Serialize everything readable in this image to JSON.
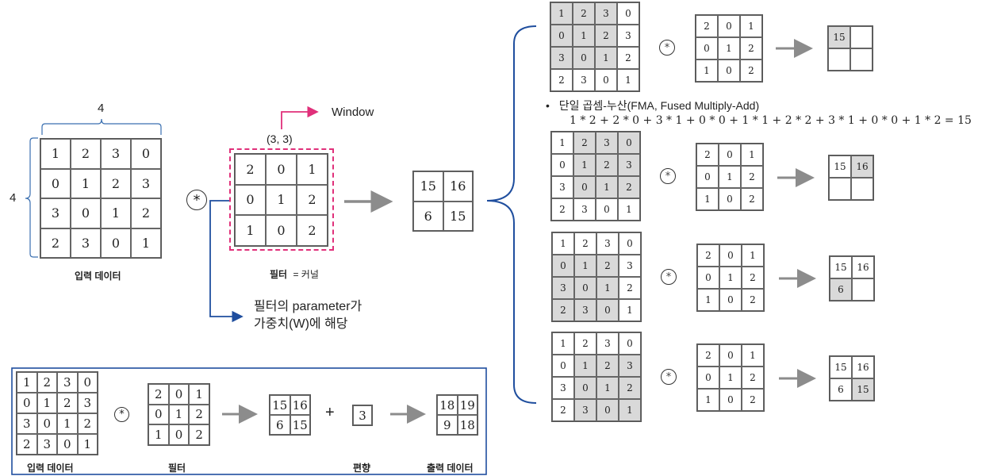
{
  "main": {
    "input_dim_top": "4",
    "input_dim_left": "4",
    "input_label": "입력 데이터",
    "input_matrix": [
      [
        "1",
        "2",
        "3",
        "0"
      ],
      [
        "0",
        "1",
        "2",
        "3"
      ],
      [
        "3",
        "0",
        "1",
        "2"
      ],
      [
        "2",
        "3",
        "0",
        "1"
      ]
    ],
    "conv_symbol": "*",
    "filter_size": "(3, 3)",
    "window_label": "Window",
    "filter_matrix": [
      [
        "2",
        "0",
        "1"
      ],
      [
        "0",
        "1",
        "2"
      ],
      [
        "1",
        "0",
        "2"
      ]
    ],
    "filter_label_bold": "필터",
    "filter_label_rest": "= 커널",
    "output_matrix": [
      [
        "15",
        "16"
      ],
      [
        "6",
        "15"
      ]
    ],
    "param_note_line1": "필터의 parameter가",
    "param_note_line2": "가중치(W)에 해당"
  },
  "fma": {
    "bullet": "•",
    "title": "단일 곱셈-누산(FMA, Fused Multiply-Add)",
    "equation": "1 * 2 + 2 * 0 + 3 * 1 + 0 * 0 + 1 * 1 + 2 * 2 + 3 * 1 + 0 * 0 + 1 * 2 = 15"
  },
  "steps": [
    {
      "input": [
        [
          "1",
          "2",
          "3",
          "0"
        ],
        [
          "0",
          "1",
          "2",
          "3"
        ],
        [
          "3",
          "0",
          "1",
          "2"
        ],
        [
          "2",
          "3",
          "0",
          "1"
        ]
      ],
      "filter": [
        [
          "2",
          "0",
          "1"
        ],
        [
          "0",
          "1",
          "2"
        ],
        [
          "1",
          "0",
          "2"
        ]
      ],
      "output": [
        [
          "15",
          ""
        ],
        [
          "",
          ""
        ]
      ]
    },
    {
      "input": [
        [
          "1",
          "2",
          "3",
          "0"
        ],
        [
          "0",
          "1",
          "2",
          "3"
        ],
        [
          "3",
          "0",
          "1",
          "2"
        ],
        [
          "2",
          "3",
          "0",
          "1"
        ]
      ],
      "filter": [
        [
          "2",
          "0",
          "1"
        ],
        [
          "0",
          "1",
          "2"
        ],
        [
          "1",
          "0",
          "2"
        ]
      ],
      "output": [
        [
          "15",
          "16"
        ],
        [
          "",
          ""
        ]
      ]
    },
    {
      "input": [
        [
          "1",
          "2",
          "3",
          "0"
        ],
        [
          "0",
          "1",
          "2",
          "3"
        ],
        [
          "3",
          "0",
          "1",
          "2"
        ],
        [
          "2",
          "3",
          "0",
          "1"
        ]
      ],
      "filter": [
        [
          "2",
          "0",
          "1"
        ],
        [
          "0",
          "1",
          "2"
        ],
        [
          "1",
          "0",
          "2"
        ]
      ],
      "output": [
        [
          "15",
          "16"
        ],
        [
          "6",
          ""
        ]
      ]
    },
    {
      "input": [
        [
          "1",
          "2",
          "3",
          "0"
        ],
        [
          "0",
          "1",
          "2",
          "3"
        ],
        [
          "3",
          "0",
          "1",
          "2"
        ],
        [
          "2",
          "3",
          "0",
          "1"
        ]
      ],
      "filter": [
        [
          "2",
          "0",
          "1"
        ],
        [
          "0",
          "1",
          "2"
        ],
        [
          "1",
          "0",
          "2"
        ]
      ],
      "output": [
        [
          "15",
          "16"
        ],
        [
          "6",
          "15"
        ]
      ]
    }
  ],
  "bias_panel": {
    "input_matrix": [
      [
        "1",
        "2",
        "3",
        "0"
      ],
      [
        "0",
        "1",
        "2",
        "3"
      ],
      [
        "3",
        "0",
        "1",
        "2"
      ],
      [
        "2",
        "3",
        "0",
        "1"
      ]
    ],
    "filter_matrix": [
      [
        "2",
        "0",
        "1"
      ],
      [
        "0",
        "1",
        "2"
      ],
      [
        "1",
        "0",
        "2"
      ]
    ],
    "conv_output": [
      [
        "15",
        "16"
      ],
      [
        "6",
        "15"
      ]
    ],
    "plus": "+",
    "bias": "3",
    "final_output": [
      [
        "18",
        "19"
      ],
      [
        "9",
        "18"
      ]
    ],
    "labels": {
      "input": "입력 데이터",
      "filter": "필터",
      "bias": "편향",
      "output": "출력 데이터"
    }
  },
  "colors": {
    "window_frame": "#e0307a",
    "brace_blue": "#1f4e9e",
    "highlight": "#d9d9d9",
    "arrow_gray": "#8c8c8c"
  }
}
